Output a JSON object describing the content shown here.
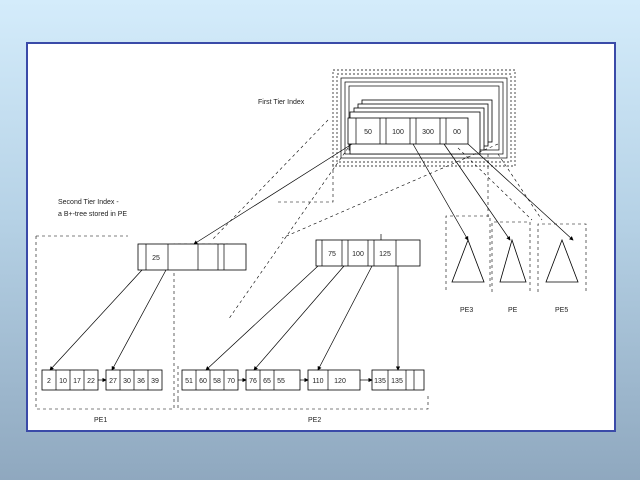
{
  "labels": {
    "first_tier": "First Tier Index",
    "second_tier_line1": "Second Tier Index -",
    "second_tier_line2": "a B+-tree stored in PE",
    "pe1": "PE1",
    "pe2": "PE2",
    "pe3": "PE3",
    "pe4": "PE",
    "pe5": "PE5"
  },
  "root_keys": [
    "50",
    "100",
    "300",
    "00"
  ],
  "mid_left_keys": [
    "25"
  ],
  "mid_right_keys": [
    "75",
    "100",
    "125"
  ],
  "leaf1_keys": [
    "2",
    "10",
    "17",
    "22"
  ],
  "leaf2_keys": [
    "27",
    "30",
    "36",
    "39"
  ],
  "leaf3_keys": [
    "51",
    "60",
    "58",
    "70"
  ],
  "leaf4_keys": [
    "76",
    "65",
    "55"
  ],
  "leaf5_keys": [
    "110",
    "120"
  ],
  "leaf6_keys": [
    "135",
    "135"
  ]
}
